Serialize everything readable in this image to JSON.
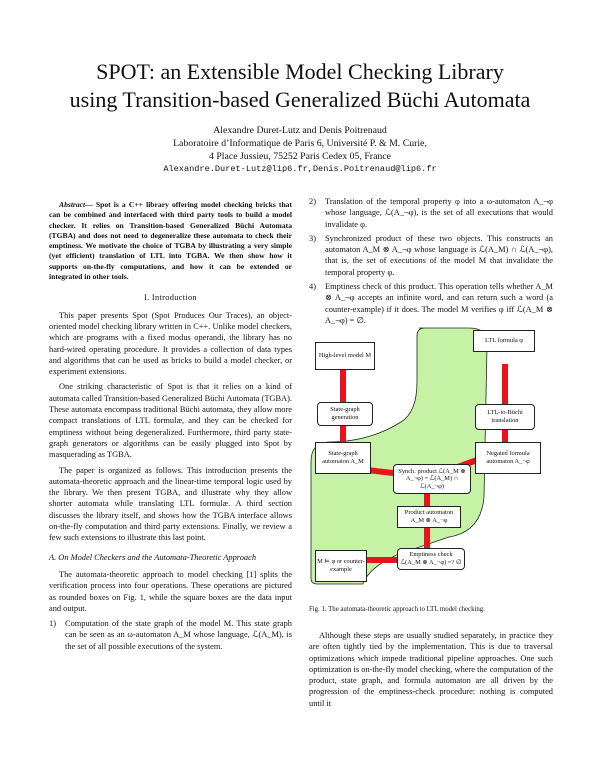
{
  "title_line1": "SPOT: an Extensible Model Checking Library",
  "title_line2": "using Transition-based Generalized Büchi Automata",
  "authors": "Alexandre Duret-Lutz and Denis Poitrenaud",
  "affiliation1": "Laboratoire d’Informatique de Paris 6, Université P. & M. Curie,",
  "affiliation2": "4 Place Jussieu, 75252 Paris Cedex 05, France",
  "email": "Alexandre.Duret-Lutz@lip6.fr,Denis.Poitrenaud@lip6.fr",
  "abstract_label": "Abstract",
  "abstract_text": "— Spot is a C++ library offering model checking bricks that can be combined and interfaced with third party tools to build a model checker. It relies on Transition-based Generalized Büchi Automata (TGBA) and does not need to degeneralize these automata to check their emptiness. We motivate the choice of TGBA by illustrating a very simple (yet efficient) translation of LTL into TGBA. We then show how it supports on-the-fly computations, and how it can be extended or integrated in other tools.",
  "section1": "I. Introduction",
  "intro_p1": "This paper presents Spot (Spot Produces Our Traces), an object-oriented model checking library written in C++. Unlike model checkers, which are programs with a fixed modus operandi, the library has no hard-wired operating procedure. It provides a collection of data types and algorithms that can be used as bricks to build a model checker, or experiment extensions.",
  "intro_p2": "One striking characteristic of Spot is that it relies on a kind of automata called Transition-based Generalized Büchi Automata (TGBA). These automata encompass traditional Büchi automata, they allow more compact translations of LTL formulæ, and they can be checked for emptiness without being degeneralized. Furthermore, third party state-graph generators or algorithms can be easily plugged into Spot by masquerading as TGBA.",
  "intro_p3": "The paper is organized as follows. This introduction presents the automata-theoretic approach and the linear-time temporal logic used by the library. We then present TGBA, and illustrate why they allow shorter automata while translating LTL formulæ. A third section discusses the library itself, and shows how the TGBA interface allows on-the-fly computation and third party extensions. Finally, we review a few such extensions to illustrate this last point.",
  "subsection_a": "A. On Model Checkers and the Automata-Theoretic Approach",
  "sub_p1": "The automata-theoretic approach to model checking [1] splits the verification process into four operations. These operations are pictured as rounded boxes on Fig. 1, while the square boxes are the data input and output.",
  "list_items": [
    {
      "num": "1)",
      "text": "Computation of the state graph of the model M. This state graph can be seen as an ω-automaton A_M whose language, ℒ(A_M), is the set of all possible executions of the system."
    },
    {
      "num": "2)",
      "text": "Translation of the temporal property φ into a ω-automaton A_¬φ whose language, ℒ(A_¬φ), is the set of all executions that would invalidate φ."
    },
    {
      "num": "3)",
      "text": "Synchronized product of these two objects. This constructs an automaton A_M ⊗ A_¬φ whose language is ℒ(A_M) ∩ ℒ(A_¬φ), that is, the set of executions of the model M that invalidate the temporal property φ."
    },
    {
      "num": "4)",
      "text": "Emptiness check of this product. This operation tells whether A_M ⊗ A_¬φ accepts an infinite word, and can return such a word (a counter-example) if it does. The model M verifies φ iff ℒ(A_M ⊗ A_¬φ) = ∅."
    }
  ],
  "figure": {
    "high_level_model": "High-level model M",
    "ltl_formula": "LTL formula φ",
    "state_graph_generation": "State-graph generation",
    "ltl_to_buchi": "LTL-to-Büchi translation",
    "state_graph_automaton": "State-graph automaton A_M",
    "negated_formula": "Negated formula automaton A_¬φ",
    "synch_product": "Synch. product ℒ(A_M ⊗ A_¬φ) = ℒ(A_M) ∩ ℒ(A_¬φ)",
    "product_automaton": "Product automaton A_M ⊗ A_¬φ",
    "emptiness_check": "Emptiness check ℒ(A_M ⊗ A_¬φ) =? ∅",
    "result": "M ⊨ φ or counter-example",
    "green": "#c6f2a5",
    "red": "#e8141c"
  },
  "caption": "Fig. 1.   The automata-theoretic approach to LTL model checking.",
  "right_p_after": "Although these steps are usually studied separately, in practice they are often tightly tied by the implementation. This is due to traversal optimizations which impede traditional pipeline approaches. One such optimization is on-the-fly model checking, where the computation of the product, state graph, and formula automaton are all driven by the progression of the emptiness-check procedure: nothing is computed until it"
}
